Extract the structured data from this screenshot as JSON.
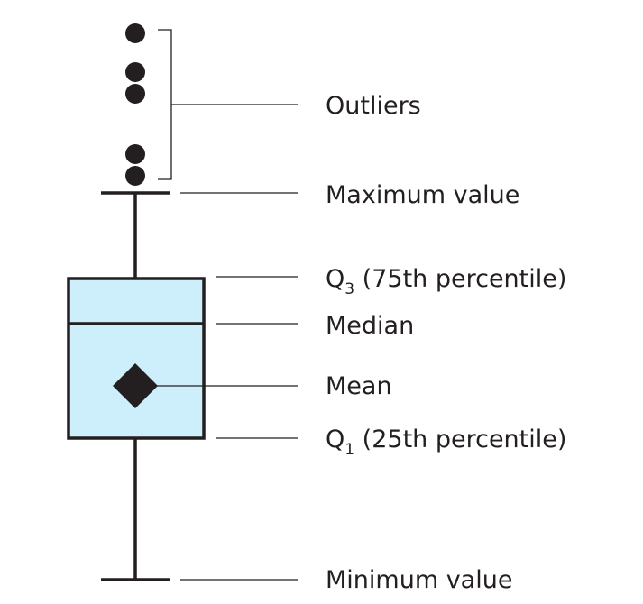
{
  "labels": {
    "outliers": "Outliers",
    "maximum": "Maximum value",
    "q3_main": "Q",
    "q3_sub": "3",
    "q3_rest": " (75th percentile)",
    "median": "Median",
    "mean": "Mean",
    "q1_main": "Q",
    "q1_sub": "1",
    "q1_rest": " (25th percentile)",
    "minimum": "Minimum value"
  },
  "colors": {
    "box_fill": "#cdeefb",
    "ink": "#231f20"
  }
}
